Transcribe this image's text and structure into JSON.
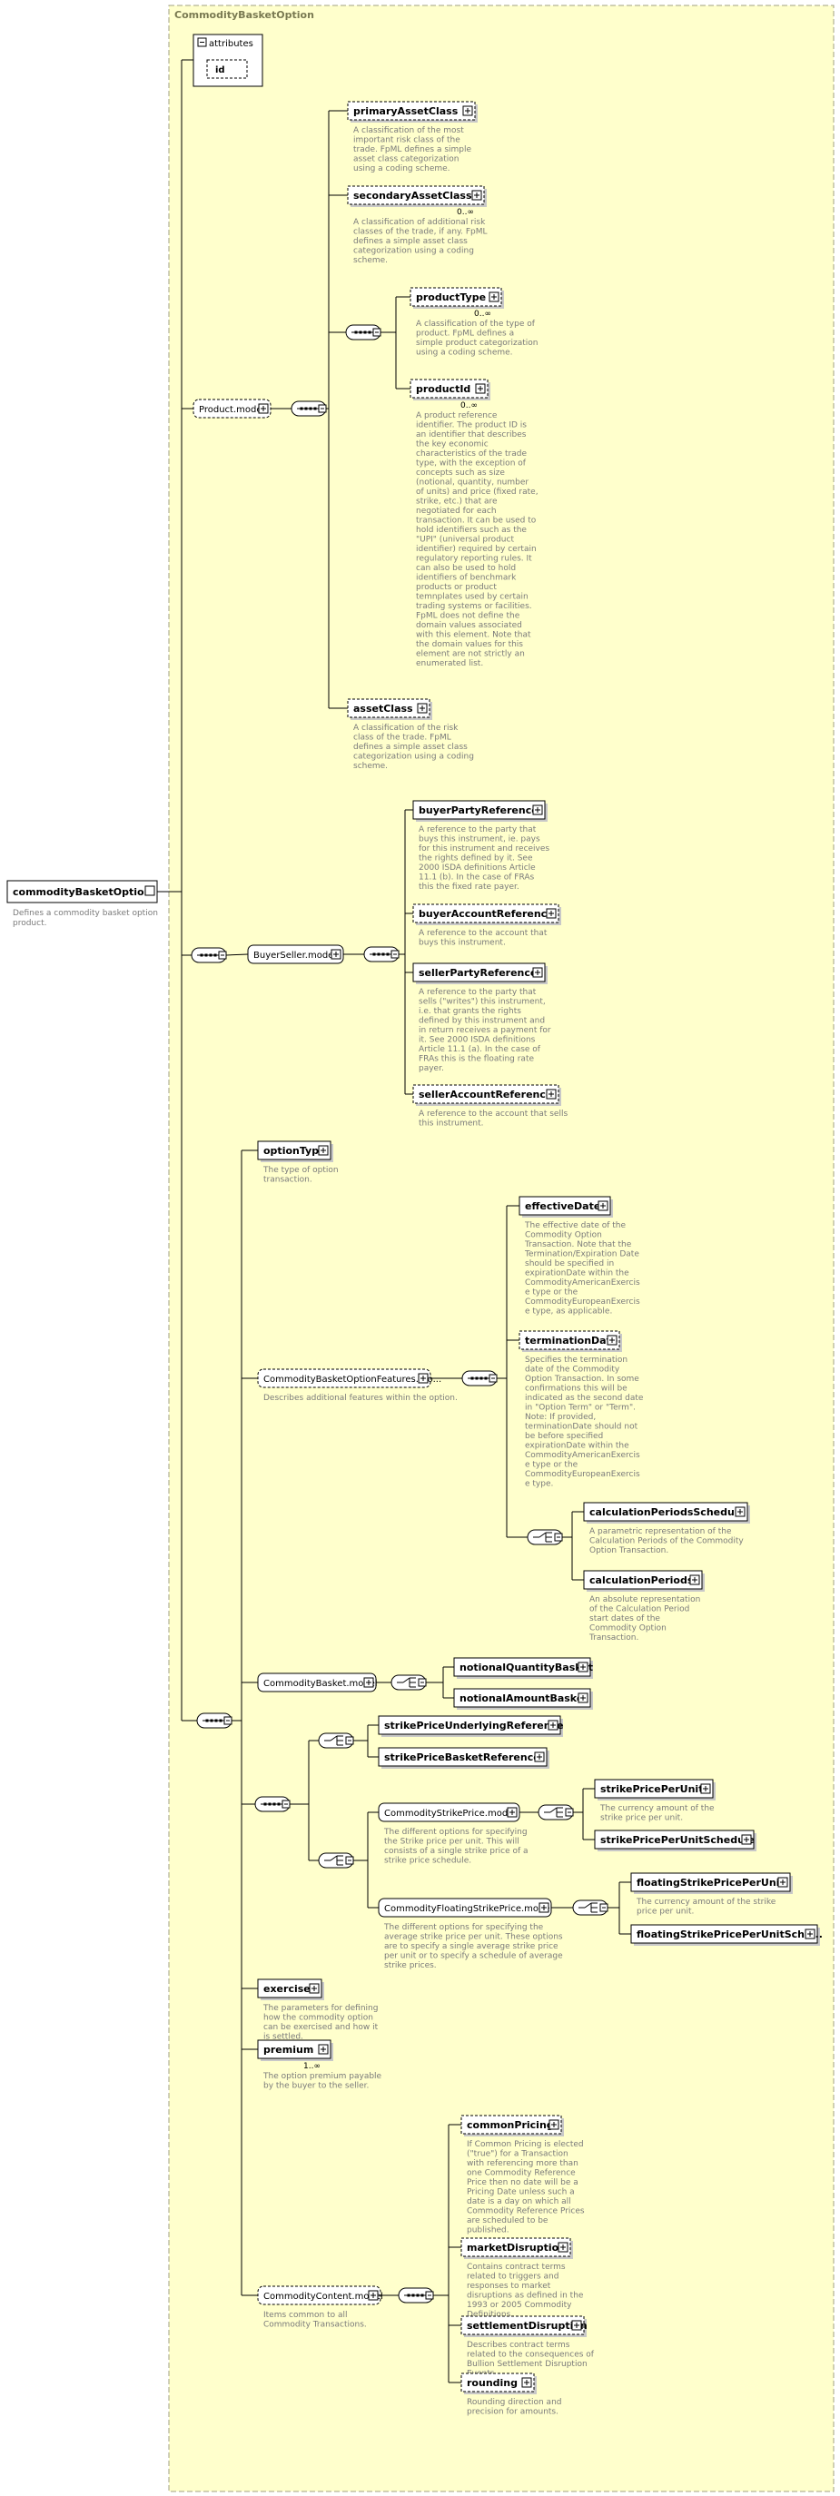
{
  "frame_title": "CommodityBasketOption",
  "root": {
    "label": "commodityBasketOption",
    "doc": [
      "Defines a commodity basket option",
      "product."
    ]
  },
  "attributes": {
    "title": "attributes",
    "id": "id"
  },
  "nodes": [
    {
      "key": "primaryAssetClass",
      "label": "primaryAssetClass",
      "optional": true,
      "doc": [
        "A classification of the most",
        "important risk class of the",
        "trade. FpML defines a simple",
        "asset class categorization",
        "using a coding scheme."
      ]
    },
    {
      "key": "secondaryAssetClass",
      "label": "secondaryAssetClass",
      "optional": true,
      "mult": "0..∞",
      "doc": [
        "A classification of additional risk",
        "classes of the trade, if any. FpML",
        "defines a simple asset class",
        "categorization using a coding",
        "scheme."
      ]
    },
    {
      "key": "productType",
      "label": "productType",
      "optional": true,
      "mult": "0..∞",
      "doc": [
        "A classification of the type of",
        "product. FpML defines a",
        "simple product categorization",
        "using a coding scheme."
      ]
    },
    {
      "key": "productId",
      "label": "productId",
      "optional": true,
      "mult": "0..∞",
      "doc": [
        "A product reference",
        "identifier. The product ID is",
        "an identifier that describes",
        "the key economic",
        "characteristics of the trade",
        "type, with the exception of",
        "concepts such as size",
        "(notional, quantity, number",
        "of units) and price (fixed rate,",
        "strike, etc.) that are",
        "negotiated for each",
        "transaction. It can be used to",
        "hold identifiers such as the",
        "\"UPI\" (universal product",
        "identifier) required by certain",
        "regulatory reporting rules. It",
        "can also be used to hold",
        "identifiers of benchmark",
        "products or product",
        "temnplates used by certain",
        "trading systems or facilities.",
        "FpML does not define the",
        "domain values associated",
        "with this element. Note that",
        "the domain values for this",
        "element are not strictly an",
        "enumerated list."
      ]
    },
    {
      "key": "assetClass",
      "label": "assetClass",
      "optional": true,
      "doc": [
        "A classification of the risk",
        "class of the trade. FpML",
        "defines a simple asset class",
        "categorization using a coding",
        "scheme."
      ]
    },
    {
      "key": "productModel",
      "label": "Product.model",
      "group": true,
      "optional": true
    },
    {
      "key": "buyerPartyReference",
      "label": "buyerPartyReference",
      "doc": [
        "A reference to the party that",
        "buys this instrument, ie. pays",
        "for this instrument and receives",
        "the rights defined by it. See",
        "2000 ISDA definitions Article",
        "11.1 (b). In the case of FRAs",
        "this the fixed rate payer."
      ]
    },
    {
      "key": "buyerAccountReference",
      "label": "buyerAccountReference",
      "optional": true,
      "doc": [
        "A reference to the account that",
        "buys this instrument."
      ]
    },
    {
      "key": "sellerPartyReference",
      "label": "sellerPartyReference",
      "doc": [
        "A reference to the party that",
        "sells (\"writes\") this instrument,",
        "i.e. that grants the rights",
        "defined by this instrument and",
        "in return receives a payment for",
        "it. See 2000 ISDA definitions",
        "Article 11.1 (a). In the case of",
        "FRAs this is the floating rate",
        "payer."
      ]
    },
    {
      "key": "sellerAccountReference",
      "label": "sellerAccountReference",
      "optional": true,
      "doc": [
        "A reference to the account that sells",
        "this instrument."
      ]
    },
    {
      "key": "buyerSellerModel",
      "label": "BuyerSeller.model",
      "group": true
    },
    {
      "key": "optionType",
      "label": "optionType",
      "doc": [
        "The type of option",
        "transaction."
      ]
    },
    {
      "key": "effectiveDate",
      "label": "effectiveDate",
      "doc": [
        "The effective date of the",
        "Commodity Option",
        "Transaction. Note that the",
        "Termination/Expiration Date",
        "should be specified in",
        "expirationDate within the",
        "CommodityAmericanExercis",
        "e type or the",
        "CommodityEuropeanExercis",
        "e type, as applicable."
      ]
    },
    {
      "key": "terminationDate",
      "label": "terminationDate",
      "optional": true,
      "doc": [
        "Specifies the termination",
        "date of the Commodity",
        "Option Transaction. In some",
        "confirmations this will be",
        "indicated as the second date",
        "in \"Option Term\" or \"Term\".",
        "Note: If provided,",
        "terminationDate should not",
        "be before specified",
        "expirationDate within the",
        "CommodityAmericanExercis",
        "e type or the",
        "CommodityEuropeanExercis",
        "e type."
      ]
    },
    {
      "key": "calculationPeriodsSchedule",
      "label": "calculationPeriodsSchedule",
      "doc": [
        "A parametric representation of the",
        "Calculation Periods of the Commodity",
        "Option Transaction."
      ]
    },
    {
      "key": "calculationPeriods",
      "label": "calculationPeriods",
      "doc": [
        "An absolute representation",
        "of the Calculation Period",
        "start dates of the",
        "Commodity Option",
        "Transaction."
      ]
    },
    {
      "key": "featuresModel",
      "label": "CommodityBasketOptionFeatures.mo...",
      "group": true,
      "optional": true,
      "doc": [
        "Describes additional features within the option."
      ]
    },
    {
      "key": "notionalQuantityBasket",
      "label": "notionalQuantityBasket"
    },
    {
      "key": "notionalAmountBasket",
      "label": "notionalAmountBasket"
    },
    {
      "key": "basketModel",
      "label": "CommodityBasket.model",
      "group": true
    },
    {
      "key": "strikePriceUnderlyingReference",
      "label": "strikePriceUnderlyingReference"
    },
    {
      "key": "strikePriceBasketReference",
      "label": "strikePriceBasketReference"
    },
    {
      "key": "strikePricePerUnit",
      "label": "strikePricePerUnit",
      "doc": [
        "The currency amount of the",
        "strike price per unit."
      ]
    },
    {
      "key": "strikePricePerUnitSchedule",
      "label": "strikePricePerUnitSchedule"
    },
    {
      "key": "strikePriceModel",
      "label": "CommodityStrikePrice.model",
      "group": true,
      "doc": [
        "The different options for specifying",
        "the Strike price per unit. This will",
        "consists of a single strike price of a",
        "strike price schedule."
      ]
    },
    {
      "key": "floatingStrikePricePerUnit",
      "label": "floatingStrikePricePerUnit",
      "doc": [
        "The currency amount of the strike",
        "price per unit."
      ]
    },
    {
      "key": "floatingStrikePricePerUnitSchedule",
      "label": "floatingStrikePricePerUnitSche..."
    },
    {
      "key": "floatingStrikeModel",
      "label": "CommodityFloatingStrikePrice.model",
      "group": true,
      "doc": [
        "The different options for specifying the",
        "average strike price per unit. These options",
        "are to specify a single average strike price",
        "per unit or to specify a schedule of average",
        "strike prices."
      ]
    },
    {
      "key": "exercise",
      "label": "exercise",
      "doc": [
        "The parameters for defining",
        "how the commodity option",
        "can be exercised and how it",
        "is settled."
      ]
    },
    {
      "key": "premium",
      "label": "premium",
      "mult": "1..∞",
      "doc": [
        "The option premium payable",
        "by the buyer to the seller."
      ]
    },
    {
      "key": "commonPricing",
      "label": "commonPricing",
      "optional": true,
      "doc": [
        "If Common Pricing is elected",
        "(\"true\") for a Transaction",
        "with referencing more than",
        "one Commodity Reference",
        "Price then no date will be a",
        "Pricing Date unless such a",
        "date is a day on which all",
        "Commodity Reference Prices",
        "are scheduled to be",
        "published."
      ]
    },
    {
      "key": "marketDisruption",
      "label": "marketDisruption",
      "optional": true,
      "doc": [
        "Contains contract terms",
        "related to triggers and",
        "responses to market",
        "disruptions as defined in the",
        "1993 or 2005 Commodity",
        "Definitions."
      ]
    },
    {
      "key": "settlementDisruption",
      "label": "settlementDisruption",
      "optional": true,
      "doc": [
        "Describes contract terms",
        "related to the consequences of",
        "Bullion Settlement Disruption",
        "Events."
      ]
    },
    {
      "key": "rounding",
      "label": "rounding",
      "optional": true,
      "doc": [
        "Rounding direction and",
        "precision for amounts."
      ]
    },
    {
      "key": "contentModel",
      "label": "CommodityContent.model",
      "group": true,
      "optional": true,
      "doc": [
        "Items common to all",
        "Commodity Transactions."
      ]
    }
  ],
  "colors": {
    "frame_bg": "#ffffcc",
    "frame_border": "#a0a080",
    "box_bg": "#ffffff",
    "line": "#000000",
    "doc_text": "#7a7a7a"
  }
}
